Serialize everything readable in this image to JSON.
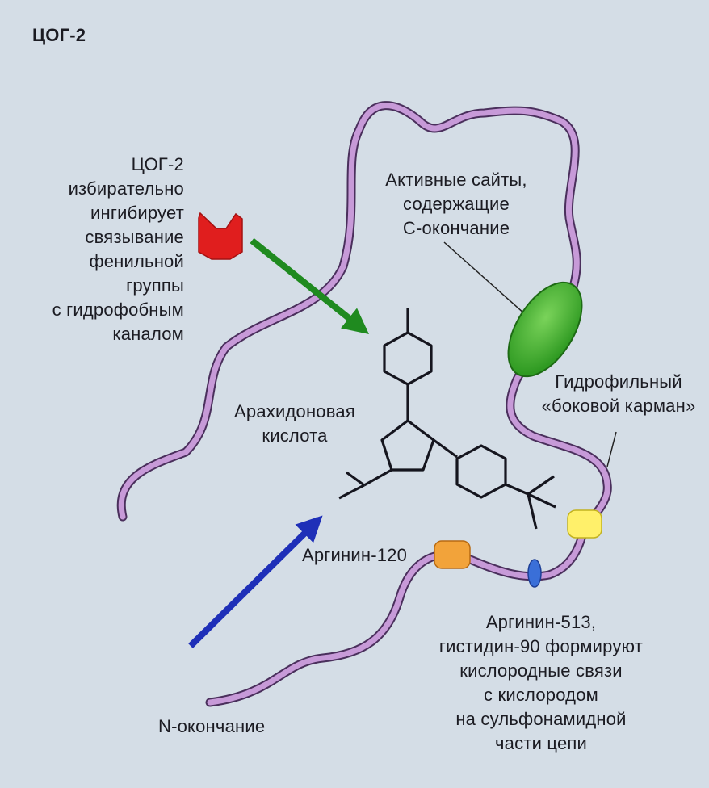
{
  "title": "ЦОГ-2",
  "labels": {
    "cox2_inhibits": [
      "ЦОГ-2",
      "избирательно",
      "ингибирует",
      "связывание",
      "фенильной группы",
      "с гидрофобным",
      "каналом"
    ],
    "active_sites": [
      "Активные сайты,",
      "содержащие",
      "С-окончание"
    ],
    "hydrophilic_pocket": [
      "Гидрофильный",
      "«боковой карман»"
    ],
    "arachidonic_acid": [
      "Арахидоновая",
      "кислота"
    ],
    "arginine_120": "Аргинин-120",
    "arginine_513": [
      "Аргинин-513,",
      "гистидин-90 формируют",
      "кислородные связи",
      "с кислородом",
      "на сульфонамидной",
      "части цепи"
    ],
    "n_terminus": "N-окончание"
  },
  "colors": {
    "background": "#d4dde6",
    "chain": "#b58bc9",
    "chain_outline": "#4a2f5c",
    "inhibitor": "#e01e1e",
    "green_arrow": "#1f8a1f",
    "blue_arrow": "#1e2fb8",
    "active_site": "#3fae2a",
    "arginine_120_site": "#f2a33a",
    "pocket_site": "#fff06a",
    "arginine_513_site": "#3a6fd8",
    "molecule": "#15151e"
  }
}
